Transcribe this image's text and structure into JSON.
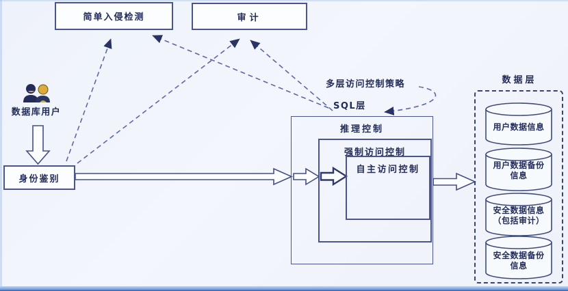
{
  "boxes": {
    "intrusion_detection": {
      "label": "简单入侵检测"
    },
    "audit": {
      "label": "审计"
    },
    "identity": {
      "label": "身份鉴别"
    },
    "inference_control": {
      "label": "推理控制"
    },
    "mandatory_access_control": {
      "label": "强制访问控制"
    },
    "discretionary_access_control": {
      "label": "自主访问控制"
    }
  },
  "labels": {
    "policy": "多层访问控制策略",
    "sql_layer": "SQL层",
    "db_user": "数据库用户",
    "data_layer": "数据层"
  },
  "cylinders": [
    {
      "line1": "用户数据信息",
      "line2": ""
    },
    {
      "line1": "用户数据备份",
      "line2": "信息"
    },
    {
      "line1": "安全数据信息",
      "line2": "（包括审计）"
    },
    {
      "line1": "安全数据备份",
      "line2": "信息"
    }
  ],
  "colors": {
    "line": "#4a5490",
    "dashed_line": "#5d67a8",
    "text": "#232c58",
    "background": "#f1f4fa",
    "bottom_bar": "#6d9be0"
  }
}
